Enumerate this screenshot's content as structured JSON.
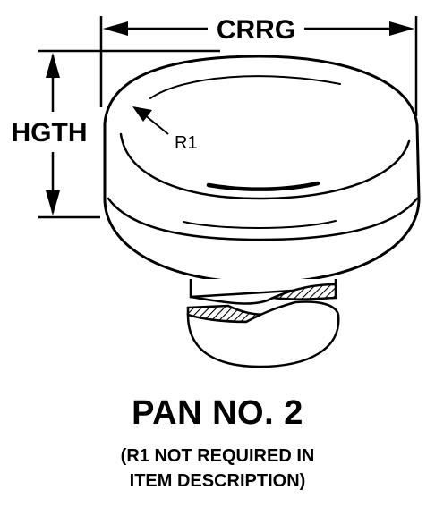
{
  "drawing": {
    "width_label": "CRRG",
    "height_label": "HGTH",
    "radius_label": "R1"
  },
  "caption": {
    "title": "PAN NO. 2",
    "note_line_1": "(R1 NOT REQUIRED IN",
    "note_line_2": "ITEM DESCRIPTION)"
  },
  "colors": {
    "line": "#000000",
    "background": "#ffffff"
  }
}
